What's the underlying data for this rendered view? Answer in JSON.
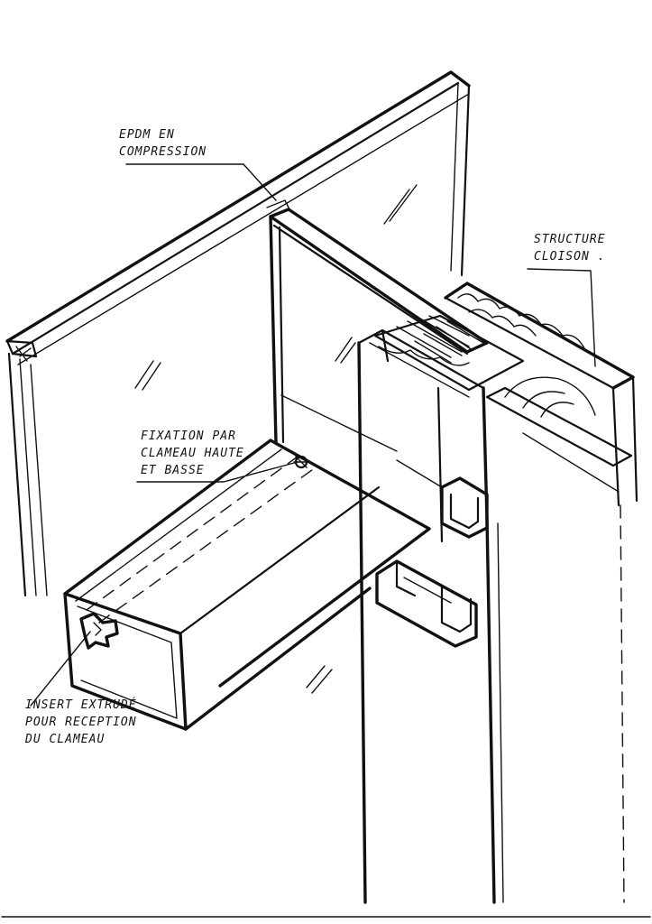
{
  "annotations": {
    "epdm": [
      "EPDM EN",
      "COMPRESSION"
    ],
    "structure": [
      "STRUCTURE",
      "CLOISON ."
    ],
    "fixation": [
      "FIXATION PAR",
      "CLAMEAU HAUTE",
      "ET BASSE"
    ],
    "insert": [
      "INSERT EXTRUDÉ",
      "POUR RECEPTION",
      "DU CLAMEAU"
    ]
  }
}
